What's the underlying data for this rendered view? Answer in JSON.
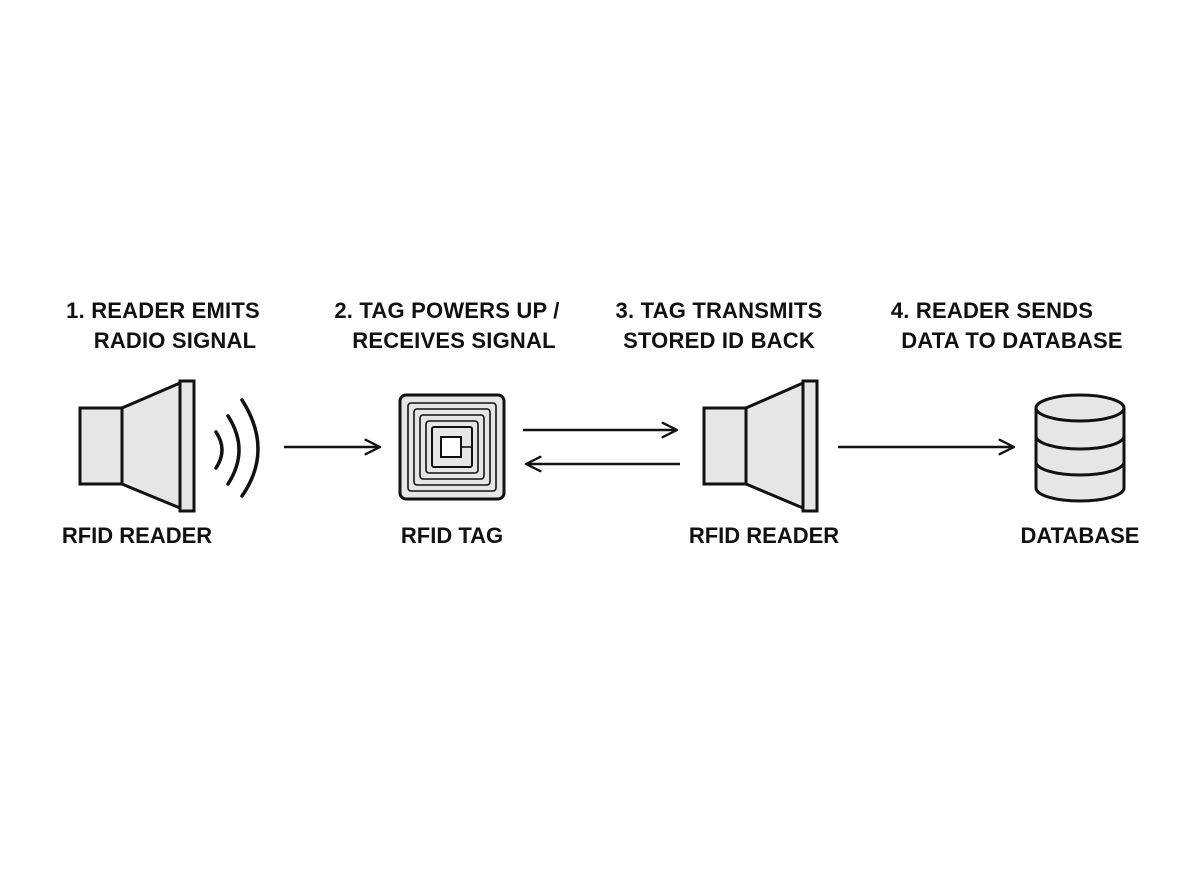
{
  "steps": [
    {
      "line1": "1. READER EMITS",
      "line2": "RADIO SIGNAL"
    },
    {
      "line1": "2. TAG POWERS UP /",
      "line2": "RECEIVES SIGNAL"
    },
    {
      "line1": "3. TAG TRANSMITS",
      "line2": "STORED ID BACK"
    },
    {
      "line1": "4. READER SENDS",
      "line2": "DATA TO DATABASE"
    }
  ],
  "nodes": [
    {
      "label": "RFID READER",
      "icon": "rfid-reader-icon"
    },
    {
      "label": "RFID TAG",
      "icon": "rfid-tag-icon"
    },
    {
      "label": "RFID READER",
      "icon": "rfid-reader-icon"
    },
    {
      "label": "DATABASE",
      "icon": "database-icon"
    }
  ],
  "colors": {
    "stroke": "#111111",
    "fill": "#e6e6e6",
    "background": "#ffffff"
  }
}
